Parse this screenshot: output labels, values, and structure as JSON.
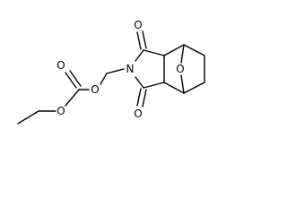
{
  "molecule": {
    "atoms": {
      "o_carbonyl_carbonate": "O",
      "o_ester_left": "O",
      "o_linker": "O",
      "n_imide": "N",
      "o_imide_top": "O",
      "o_imide_bottom": "O",
      "o_bridge": "O"
    },
    "colors": {
      "bond": "#000000",
      "label": "#000000",
      "background": "#ffffff"
    }
  }
}
